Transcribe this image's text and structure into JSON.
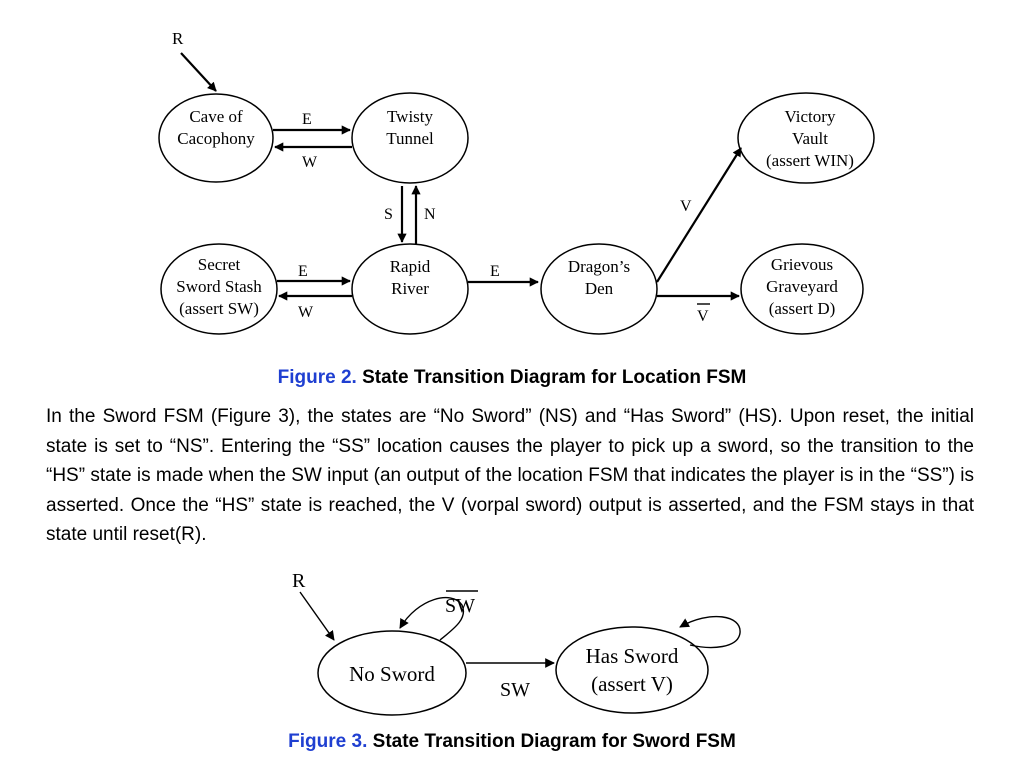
{
  "figure2": {
    "reset_label": "R",
    "nodes": {
      "cave": [
        "Cave of",
        "Cacophony"
      ],
      "twisty": [
        "Twisty",
        "Tunnel"
      ],
      "victory": [
        "Victory",
        "Vault",
        "(assert WIN)"
      ],
      "secret": [
        "Secret",
        "Sword Stash",
        "(assert SW)"
      ],
      "rapid": [
        "Rapid",
        "River"
      ],
      "dragon": [
        "Dragon’s",
        "Den"
      ],
      "grievous": [
        "Grievous",
        "Graveyard",
        "(assert D)"
      ]
    },
    "edges": {
      "cave_twisty_e": "E",
      "twisty_cave_w": "W",
      "twisty_rapid_s": "S",
      "rapid_twisty_n": "N",
      "secret_rapid_e": "E",
      "rapid_secret_w": "W",
      "rapid_dragon_e": "E",
      "dragon_victory_v": "V",
      "dragon_grievous_vbar": "V"
    },
    "caption_label": "Figure 2.",
    "caption_text": "State Transition Diagram for Location FSM"
  },
  "paragraph": "In the Sword FSM (Figure 3), the states are “No Sword” (NS) and “Has Sword” (HS). Upon reset, the initial state is set to “NS”. Entering the “SS” location causes the player to pick up a sword, so the transition to the “HS” state is made when the SW input (an output of the location FSM that indicates the player is in the “SS”) is asserted. Once the “HS” state is reached, the V (vorpal sword) output is asserted, and the FSM stays in that state until reset(R).",
  "figure3": {
    "reset_label": "R",
    "nodes": {
      "no_sword": [
        "No Sword"
      ],
      "has_sword": [
        "Has Sword",
        "(assert V)"
      ]
    },
    "edges": {
      "self_no_sword": "SW",
      "no_to_has": "SW"
    },
    "caption_label": "Figure 3.",
    "caption_text": "State Transition Diagram for Sword FSM"
  }
}
